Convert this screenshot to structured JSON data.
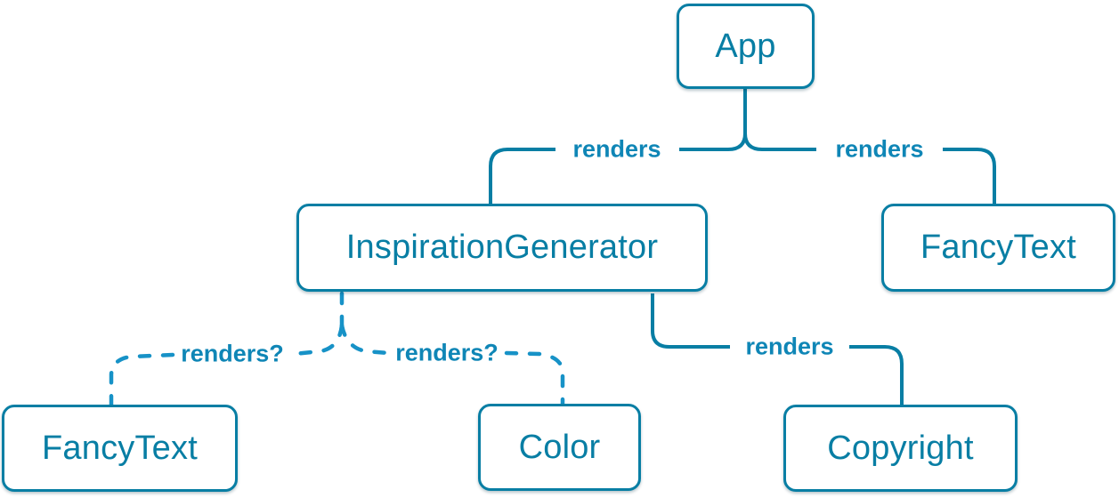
{
  "diagram": {
    "type": "component-render-tree",
    "colors": {
      "solid": "#087EA4",
      "dashed": "#1792C7",
      "label": "#0F86B6",
      "box_bg": "#FFFFFF",
      "page_bg": "#FFFFFF"
    },
    "nodes": [
      {
        "id": "app",
        "label": "App"
      },
      {
        "id": "inspiration-generator",
        "label": "InspirationGenerator"
      },
      {
        "id": "fancy-text-right",
        "label": "FancyText"
      },
      {
        "id": "fancy-text-left",
        "label": "FancyText"
      },
      {
        "id": "color",
        "label": "Color"
      },
      {
        "id": "copyright",
        "label": "Copyright"
      }
    ],
    "edges": [
      {
        "from": "App",
        "to": "InspirationGenerator",
        "label": "renders",
        "style": "solid"
      },
      {
        "from": "App",
        "to": "FancyText",
        "label": "renders",
        "style": "solid"
      },
      {
        "from": "InspirationGenerator",
        "to": "FancyText",
        "label": "renders?",
        "style": "dashed"
      },
      {
        "from": "InspirationGenerator",
        "to": "Color",
        "label": "renders?",
        "style": "dashed"
      },
      {
        "from": "InspirationGenerator",
        "to": "Copyright",
        "label": "renders",
        "style": "solid"
      }
    ]
  }
}
